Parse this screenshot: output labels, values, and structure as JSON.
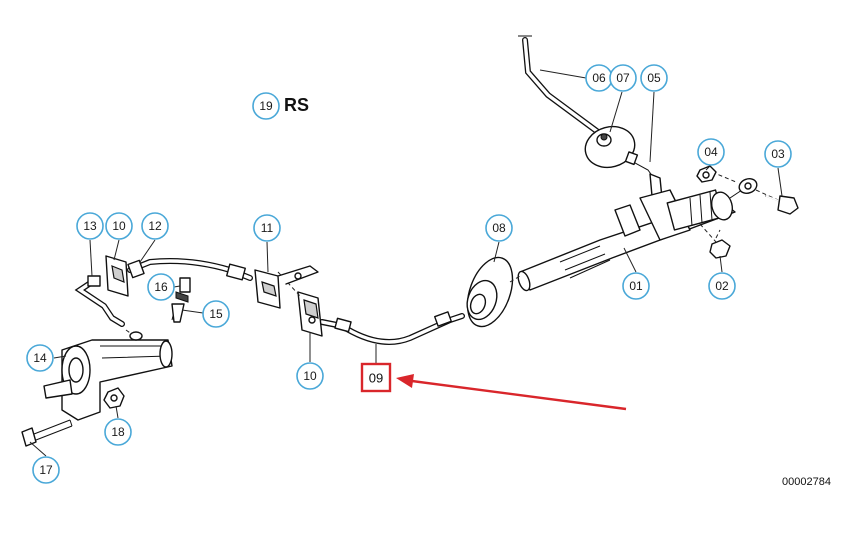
{
  "diagram": {
    "rs_label": "RS",
    "diagram_id": "00002784",
    "callouts": [
      "06",
      "07",
      "05",
      "04",
      "03",
      "19",
      "13",
      "10",
      "12",
      "11",
      "08",
      "16",
      "15",
      "01",
      "02",
      "14",
      "10",
      "18",
      "17"
    ],
    "highlighted_callout": "09",
    "highlight_color": "#d9262b",
    "callout_color": "#4aa8d8"
  }
}
